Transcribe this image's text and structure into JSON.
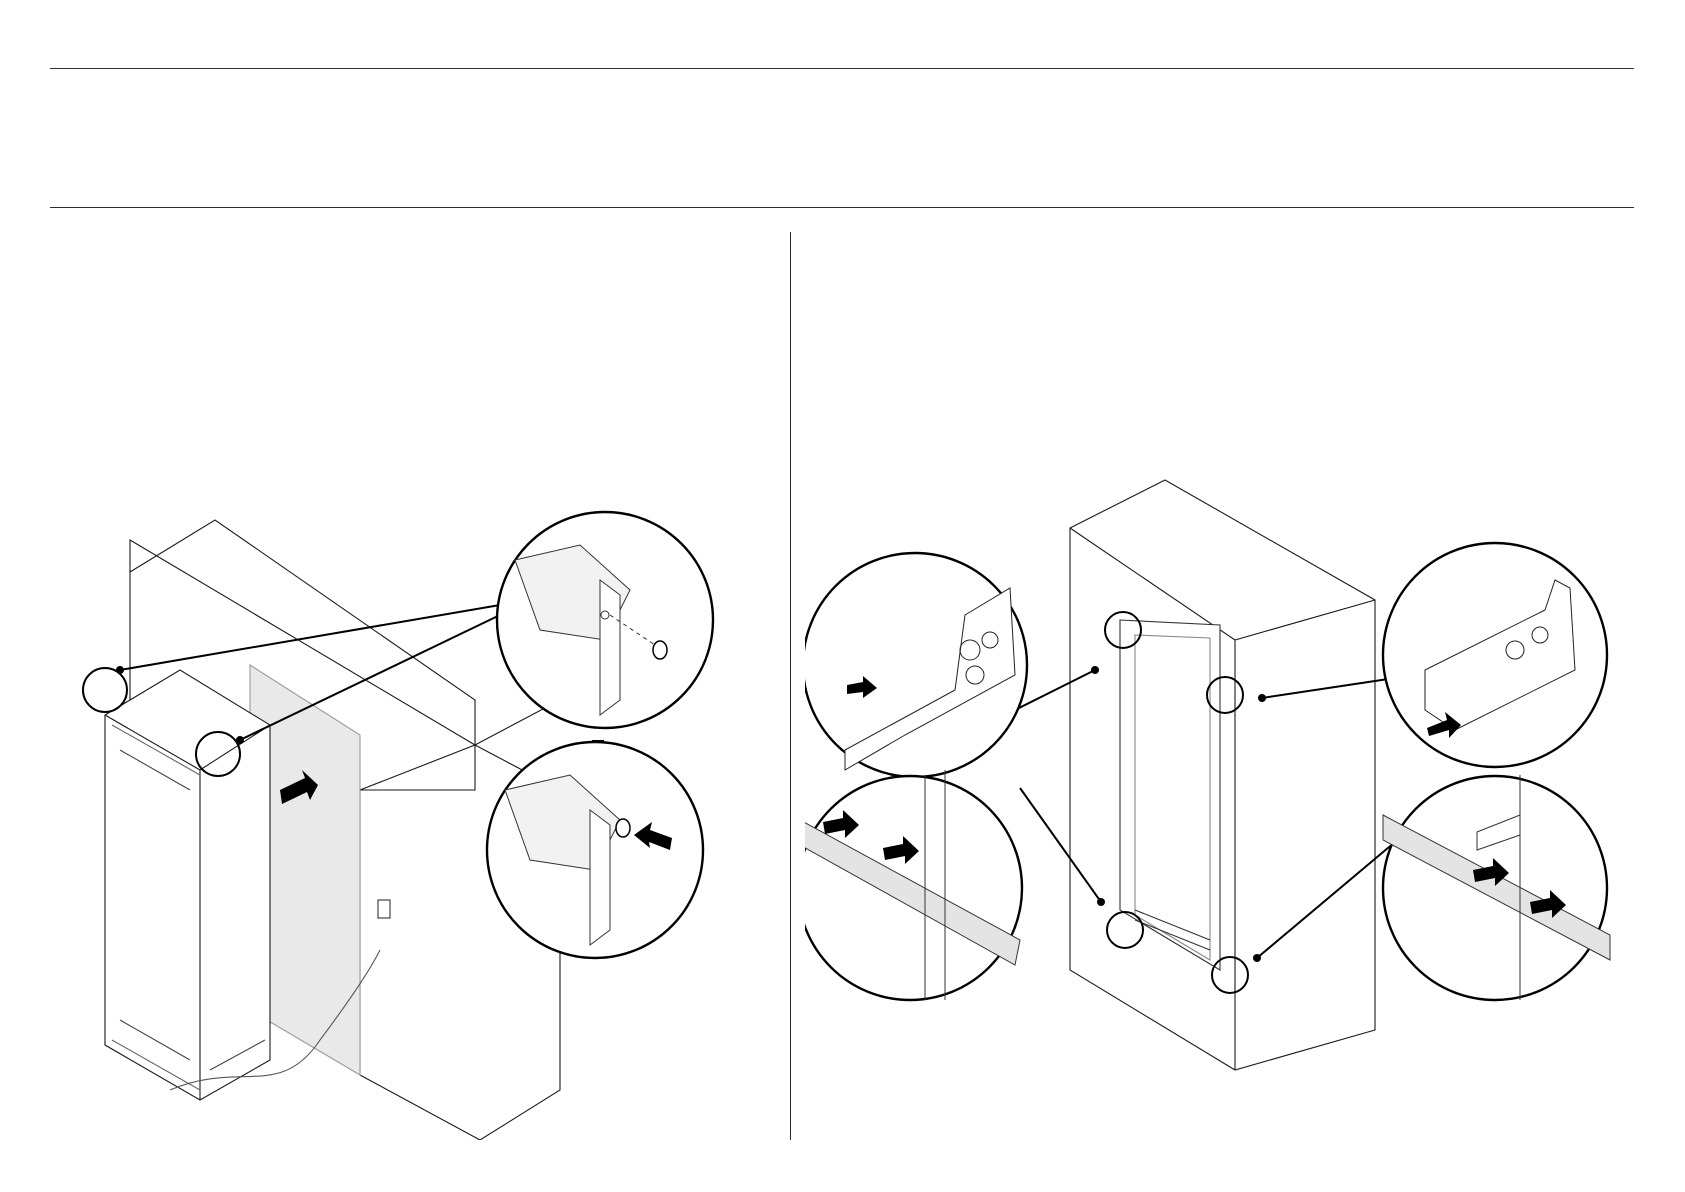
{
  "page": {
    "footer_fragment": ""
  },
  "left_figure": {
    "callouts": [
      {
        "id": "top-left-screw",
        "icon": "magnifier-callout-icon"
      },
      {
        "id": "top-right-screw",
        "icon": "magnifier-callout-icon"
      }
    ],
    "arrows": [
      {
        "id": "push-into-cabinet",
        "icon": "arrow-right-icon"
      },
      {
        "id": "slide-down",
        "icon": "arrow-down-icon"
      },
      {
        "id": "insert-cap",
        "icon": "arrow-left-icon"
      }
    ]
  },
  "right_figure": {
    "callouts": [
      {
        "id": "bracket-top-left",
        "icon": "bracket-detail-icon"
      },
      {
        "id": "bracket-top-right",
        "icon": "bracket-detail-icon"
      },
      {
        "id": "tape-bottom-left",
        "icon": "tape-detail-icon"
      },
      {
        "id": "tape-bottom-right",
        "icon": "tape-detail-icon"
      }
    ]
  },
  "colors": {
    "line": "#1a1a1a",
    "shade": "#e9e9e9",
    "light_line": "#9a9a9a"
  }
}
